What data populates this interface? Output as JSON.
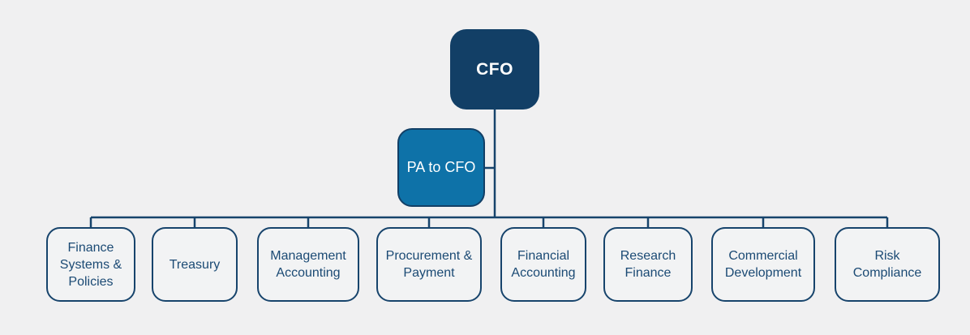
{
  "theme": {
    "background": "#F0F0F1",
    "root_fill": "#123F66",
    "assistant_fill": "#0E72A8",
    "line_color": "#17446C",
    "department_text_color": "#1B4A74",
    "department_fill": "#F2F3F4",
    "node_text_color_top": "#FFFFFF"
  },
  "org_chart": {
    "root": {
      "label": "CFO"
    },
    "assistant": {
      "label": "PA to CFO"
    },
    "departments": [
      {
        "label": "Finance Systems & Policies"
      },
      {
        "label": "Treasury"
      },
      {
        "label": "Management Accounting"
      },
      {
        "label": "Procurement & Payment"
      },
      {
        "label": "Financial Accounting"
      },
      {
        "label": "Research Finance"
      },
      {
        "label": "Commercial Development"
      },
      {
        "label": "Risk Compliance"
      }
    ]
  }
}
